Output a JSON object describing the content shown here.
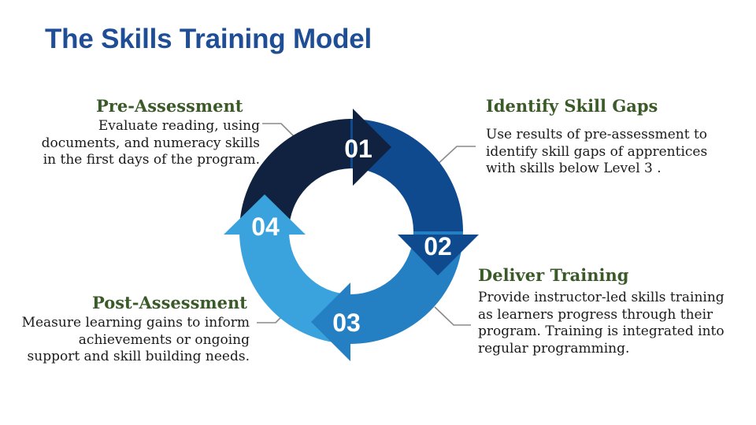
{
  "title": "The Skills Training Model",
  "steps": [
    {
      "number": "01",
      "heading": "Pre-Assessment",
      "lines": [
        "Evaluate reading, using",
        "documents, and numeracy skills",
        "in the first days of the program."
      ],
      "color": "#10223f"
    },
    {
      "number": "02",
      "heading": "Identify Skill Gaps",
      "lines": [
        "Use results of pre-assessment to",
        "identify skill gaps of apprentices",
        "with skills below Level 3 ."
      ],
      "color": "#0f4a8f"
    },
    {
      "number": "03",
      "heading": "Deliver Training",
      "lines": [
        "Provide instructor-led skills training",
        "as learners progress through their",
        "program. Training is integrated into",
        "regular programming."
      ],
      "color": "#2580c3"
    },
    {
      "number": "04",
      "heading": "Post-Assessment",
      "lines": [
        "Measure learning gains to inform",
        "achievements or ongoing",
        "support and skill building needs."
      ],
      "color": "#3aa3dd"
    }
  ],
  "colors": {
    "title": "#1f4e96",
    "heading": "#3a5a27",
    "connector": "#8a8a8a"
  }
}
